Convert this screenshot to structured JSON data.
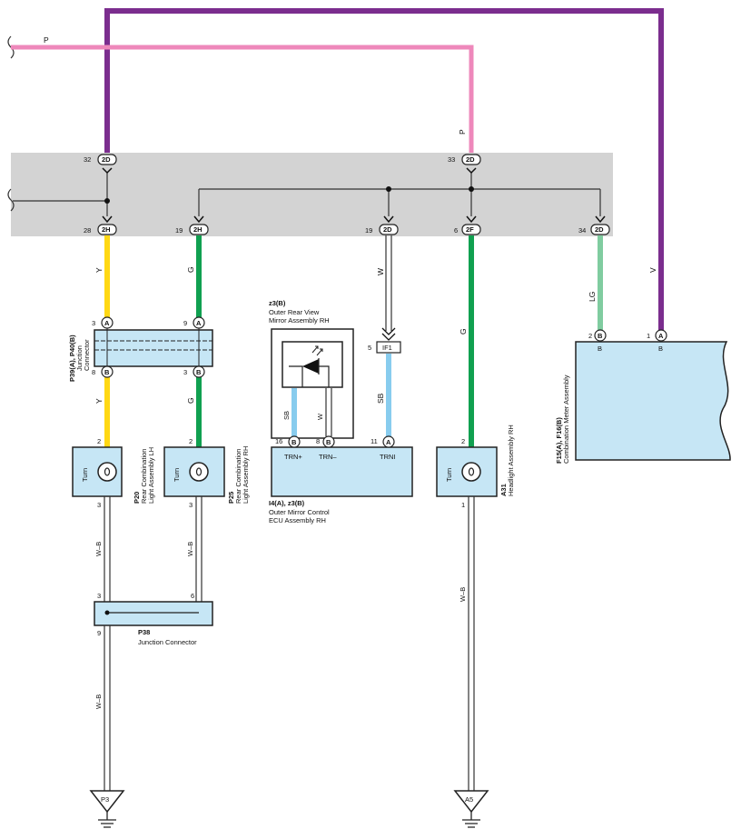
{
  "wire_colors": {
    "P": "#ee88bb",
    "V": "#7b2d8e",
    "Y": "#ffd814",
    "G": "#10a050",
    "LG": "#80cca0",
    "SB": "#88ccee",
    "W": "#ffffff",
    "WB": "#ffffff"
  },
  "top_wires": {
    "pink_label": "P",
    "pink_label_right": "P",
    "violet_label": "V"
  },
  "bus": {
    "top_pins": [
      {
        "num": "32",
        "conn": "2D"
      },
      {
        "num": "33",
        "conn": "2D"
      }
    ],
    "bottom_pins": [
      {
        "num": "28",
        "conn": "2H"
      },
      {
        "num": "19",
        "conn": "2H"
      },
      {
        "num": "19",
        "conn": "2D"
      },
      {
        "num": "6",
        "conn": "2F"
      },
      {
        "num": "34",
        "conn": "2D"
      }
    ]
  },
  "wire_labels": {
    "y1": "Y",
    "g1": "G",
    "w1": "W",
    "g2": "G",
    "lg": "LG",
    "v": "V",
    "y2": "Y",
    "g3": "G",
    "sb1": "SB",
    "wb1": "W–B",
    "wb2": "W–B",
    "wb3": "W–B",
    "wb4": "W–B",
    "sb_inner": "SB",
    "w_inner": "W"
  },
  "junction": {
    "title": "P39(A), P40(B)",
    "subtitle": "Junction Connector",
    "pins": [
      {
        "num": "3",
        "letter": "A"
      },
      {
        "num": "9",
        "letter": "A"
      },
      {
        "num": "8",
        "letter": "B"
      },
      {
        "num": "3",
        "letter": "B"
      }
    ]
  },
  "mirror": {
    "code": "z3(B)",
    "name_line1": "Outer Rear View",
    "name_line2": "Mirror Assembly RH"
  },
  "if1": {
    "num": "5",
    "label": "IF1"
  },
  "ecu": {
    "pins": [
      {
        "num": "16",
        "letter": "B",
        "label": "TRN+"
      },
      {
        "num": "8",
        "letter": "B",
        "label": "TRN–"
      },
      {
        "num": "11",
        "letter": "A",
        "label": "TRNI"
      }
    ],
    "code": "I4(A), z3(B)",
    "name_line1": "Outer Mirror Control",
    "name_line2": "ECU Assembly RH"
  },
  "lamp_p20": {
    "pin_top": "2",
    "pin_bottom": "3",
    "turn": "Turn",
    "code": "P20",
    "name_line1": "Rear Combination",
    "name_line2": "Light Assembly LH"
  },
  "lamp_p25": {
    "pin_top": "2",
    "pin_bottom": "3",
    "turn": "Turn",
    "code": "P25",
    "name_line1": "Rear Combination",
    "name_line2": "Light Assembly RH"
  },
  "lamp_a31": {
    "pin_top": "2",
    "pin_bottom": "1",
    "turn": "Turn",
    "code": "A31",
    "name_line1": "Headlight Assembly RH"
  },
  "meter": {
    "code": "F15(A), F16(B)",
    "name": "Combination Meter Assembly",
    "pins": [
      {
        "num": "2",
        "letter": "B",
        "sub": "B"
      },
      {
        "num": "1",
        "letter": "A",
        "sub": "B"
      }
    ]
  },
  "p38": {
    "pin_left": "3",
    "pin_right": "6",
    "pin_out": "9",
    "code": "P38",
    "name": "Junction Connector"
  },
  "grounds": {
    "left": "P3",
    "right": "A5"
  }
}
